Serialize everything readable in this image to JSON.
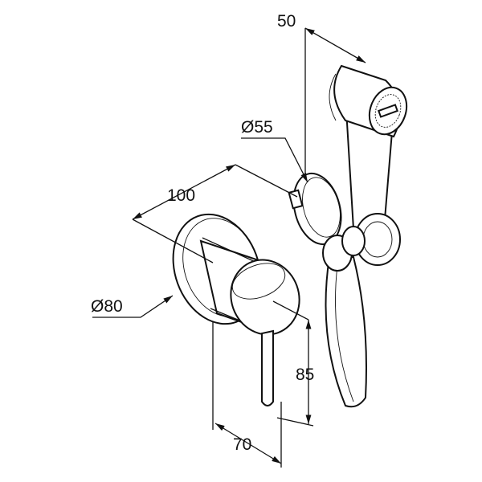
{
  "drawing": {
    "dimensions": {
      "hose_width": "50",
      "holder_diameter": "Ø55",
      "depth": "100",
      "rosette_diameter": "Ø80",
      "lever_height": "85",
      "lever_offset": "70"
    }
  }
}
